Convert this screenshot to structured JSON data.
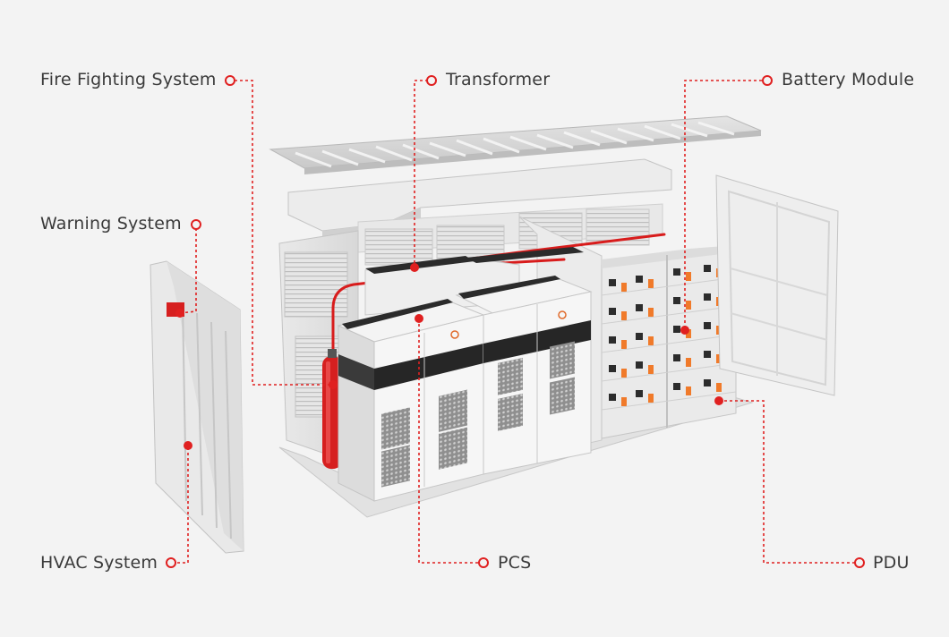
{
  "callouts": {
    "fire_fighting": "Fire Fighting System",
    "transformer": "Transformer",
    "battery_module": "Battery Module",
    "warning_system": "Warning System",
    "hvac_system": "HVAC System",
    "pcs": "PCS",
    "pdu": "PDU"
  },
  "colors": {
    "background": "#f3f3f3",
    "leader": "#e02020",
    "pipe": "#d81c1c",
    "cabinet": "#f1f1f1",
    "stripe": "#2b2b2b",
    "battery_terminal": "#f07a2a"
  }
}
